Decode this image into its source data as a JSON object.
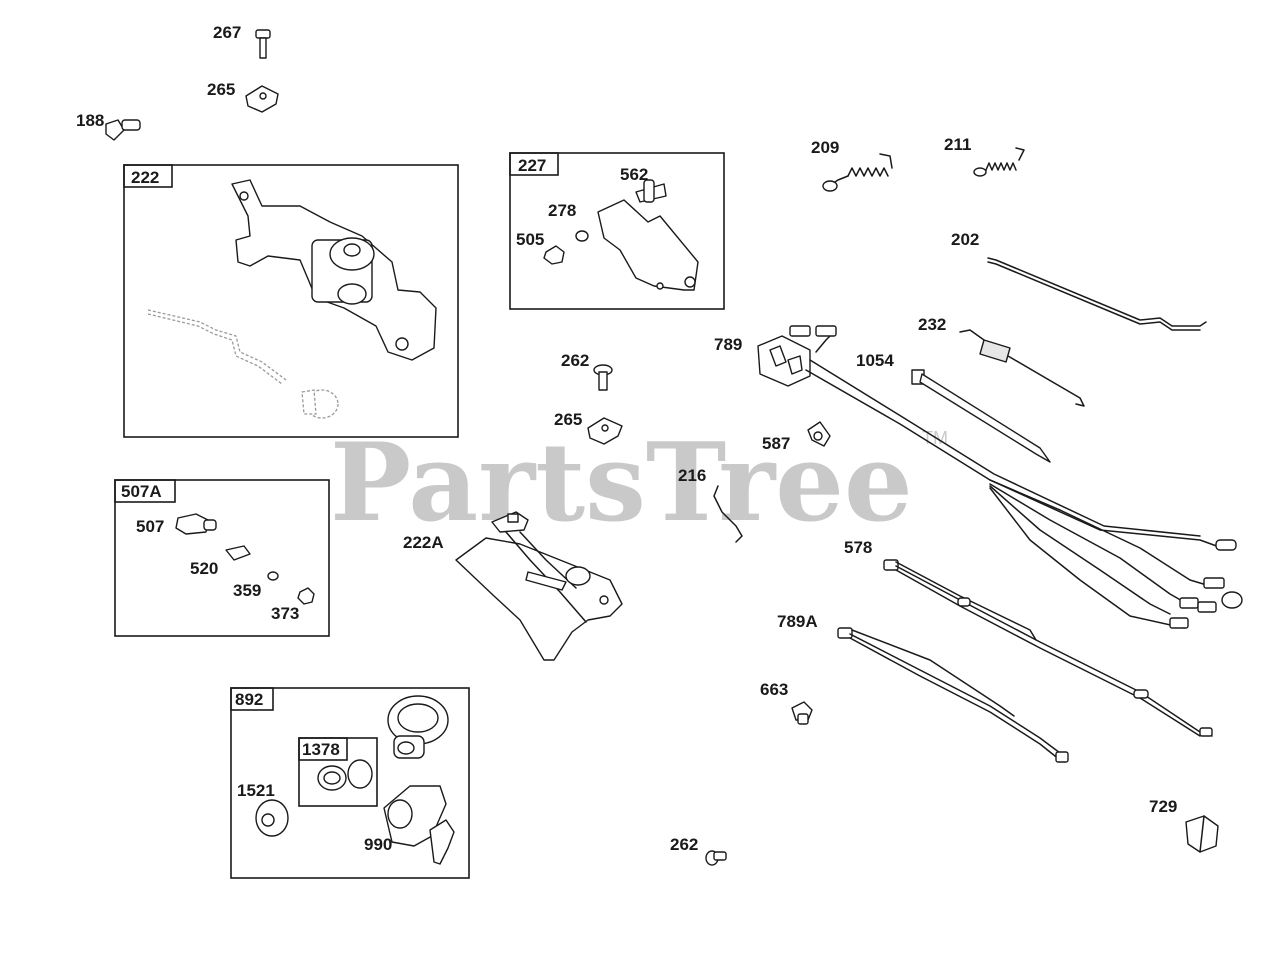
{
  "watermark": {
    "brand": "PartsTree",
    "trademark": "TM"
  },
  "group_boxes": [
    {
      "id": "222",
      "label": "222"
    },
    {
      "id": "227",
      "label": "227"
    },
    {
      "id": "507A",
      "label": "507A"
    },
    {
      "id": "892",
      "label": "892"
    },
    {
      "id": "1378",
      "label": "1378"
    }
  ],
  "callouts": [
    "267",
    "265",
    "188",
    "562",
    "278",
    "505",
    "209",
    "211",
    "202",
    "232",
    "789",
    "1054",
    "262",
    "265",
    "587",
    "216",
    "222A",
    "507",
    "520",
    "359",
    "373",
    "578",
    "789A",
    "663",
    "1521",
    "990",
    "729",
    "262"
  ]
}
